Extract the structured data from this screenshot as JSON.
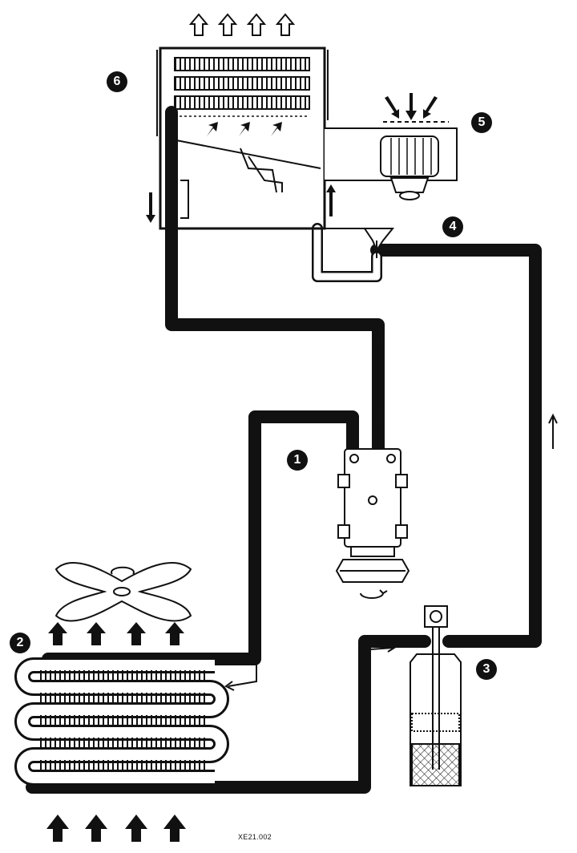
{
  "labels": {
    "compressor": "1",
    "condenser": "2",
    "receiver_drier": "3",
    "expansion_valve": "4",
    "blower": "5",
    "evaporator": "6"
  },
  "figure_ref": "XE21.002",
  "colors": {
    "line": "#111111",
    "tube_fill": "#ffffff",
    "badge": "#111111"
  }
}
